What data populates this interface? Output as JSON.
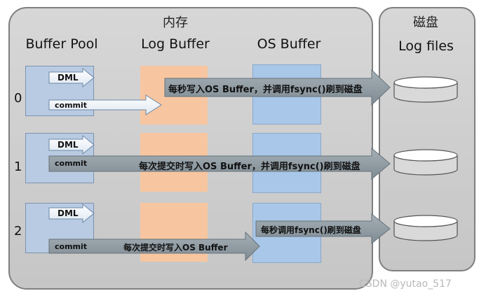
{
  "memory_title": "内存",
  "disk_title": "磁盘",
  "columns": {
    "buffer_pool": "Buffer Pool",
    "log_buffer": "Log Buffer",
    "os_buffer": "OS Buffer",
    "log_files": "Log files"
  },
  "rows": [
    {
      "label": "0",
      "dml": "DML",
      "commit": "commit",
      "arrow_text": "每秒写入OS Buffer，并调用fsync()刷到磁盘"
    },
    {
      "label": "1",
      "dml": "DML",
      "commit": "commit",
      "arrow_text": "每次提交时写入OS Buffer，并调用fsync()刷到磁盘"
    },
    {
      "label": "2",
      "dml": "DML",
      "commit": "commit",
      "arrow_text": "每次提交时写入OS Buffer",
      "arrow_text_2": "每秒调用fsync()刷到磁盘"
    }
  ],
  "watermark": "CSDN @yutao_517",
  "colors": {
    "panel": "#cfcfcf",
    "buffer_pool": "#b9cbe2",
    "log_buffer": "#f7c6a0",
    "os_buffer": "#a9c7e8",
    "arrow": "#8e9aa3"
  }
}
